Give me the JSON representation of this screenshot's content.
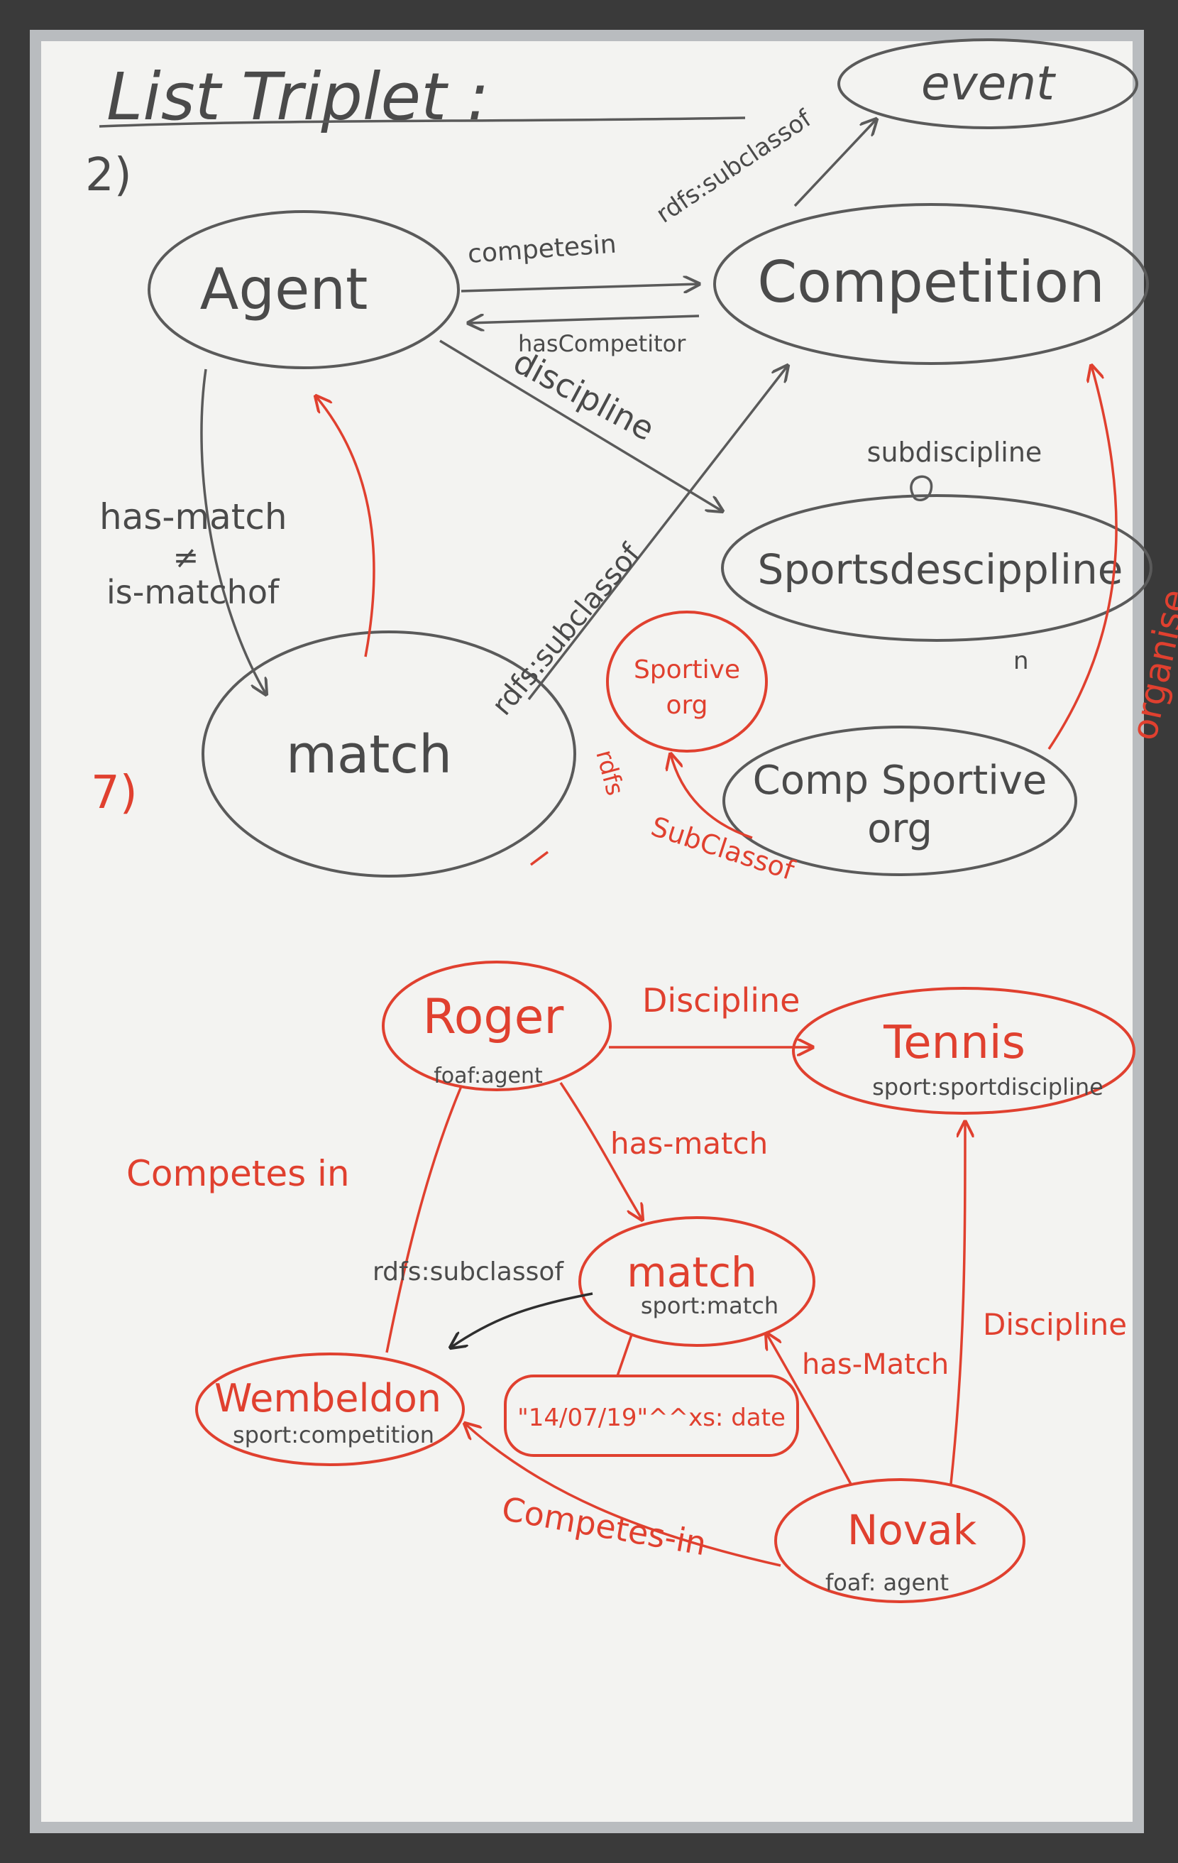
{
  "colors": {
    "gray_ink": "#5a5a5a",
    "red_ink": "#e0402f",
    "board": "#f3f3f1",
    "frame": "#b9bcbf"
  },
  "heading": {
    "title": "List Triplet :",
    "number_gray": "2)",
    "number_red": "7)"
  },
  "schema": {
    "nodes": {
      "event": "event",
      "competition": "Competition",
      "agent": "Agent",
      "sports_discipline": "Sportsdescippline",
      "match": "match",
      "sportive_org_line1": "Sportive",
      "sportive_org_line2": "org",
      "comp_sportive_org_line1": "Comp Sportive",
      "comp_sportive_org_line2": "org"
    },
    "edges": {
      "competition_subclass": "rdfs:subclassof",
      "competes_in": "competesin",
      "has_competitor": "hasCompetitor",
      "discipline": "discipline",
      "subdiscipline": "subdiscipline",
      "match_subclass": "rdfs:subclassof",
      "has_match_line1": "has-match",
      "has_match_line2": "≠",
      "has_match_line3": "is-matchof",
      "organise": "organise",
      "rdfs_short": "rdfs",
      "subclassof": "SubClassof",
      "n_mark": "n"
    }
  },
  "instances": {
    "nodes": {
      "roger": "Roger",
      "roger_type": "foaf:agent",
      "tennis": "Tennis",
      "tennis_type": "sport:sportdiscipline",
      "match": "match",
      "match_type": "sport:match",
      "wembeldon": "Wembeldon",
      "wembeldon_type": "sport:competition",
      "date": "\"14/07/19\"^^xs: date",
      "novak": "Novak",
      "novak_type": "foaf: agent"
    },
    "edges": {
      "roger_discipline": "Discipline",
      "roger_has_match": "has-match",
      "roger_competes_in": "Competes in",
      "match_subclass": "rdfs:subclassof",
      "novak_has_match": "has-Match",
      "novak_discipline": "Discipline",
      "novak_competes_in": "Competes-in"
    }
  }
}
